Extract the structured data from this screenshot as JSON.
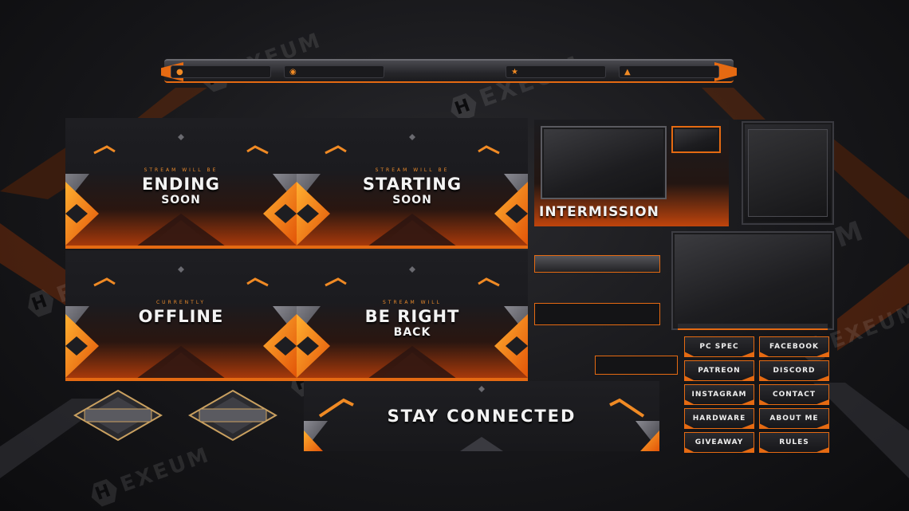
{
  "watermark": {
    "text": "EXEUM",
    "mark": "H"
  },
  "topbar": {
    "icons": [
      "user-icon",
      "coin-icon",
      "star-icon",
      "drop-icon"
    ],
    "glyphs": [
      "●",
      "◉",
      "★",
      "▲"
    ]
  },
  "scenes": [
    {
      "kicker": "STREAM WILL BE",
      "line1": "ENDING",
      "line2": "SOON"
    },
    {
      "kicker": "STREAM WILL BE",
      "line1": "STARTING",
      "line2": "SOON"
    },
    {
      "kicker": "CURRENTLY",
      "line1": "OFFLINE",
      "line2": ""
    },
    {
      "kicker": "STREAM WILL",
      "line1": "BE RIGHT",
      "line2": "BACK"
    }
  ],
  "intermission": {
    "label": "INTERMISSION"
  },
  "connected": {
    "label": "STAY CONNECTED"
  },
  "panels": [
    "PC SPEC",
    "FACEBOOK",
    "PATREON",
    "DISCORD",
    "INSTAGRAM",
    "CONTACT",
    "HARDWARE",
    "ABOUT ME",
    "GIVEAWAY",
    "RULES"
  ],
  "colors": {
    "accent": "#e56a12",
    "bright": "#f5901e",
    "dark": "#17171a",
    "steel": "#5a5a60"
  }
}
